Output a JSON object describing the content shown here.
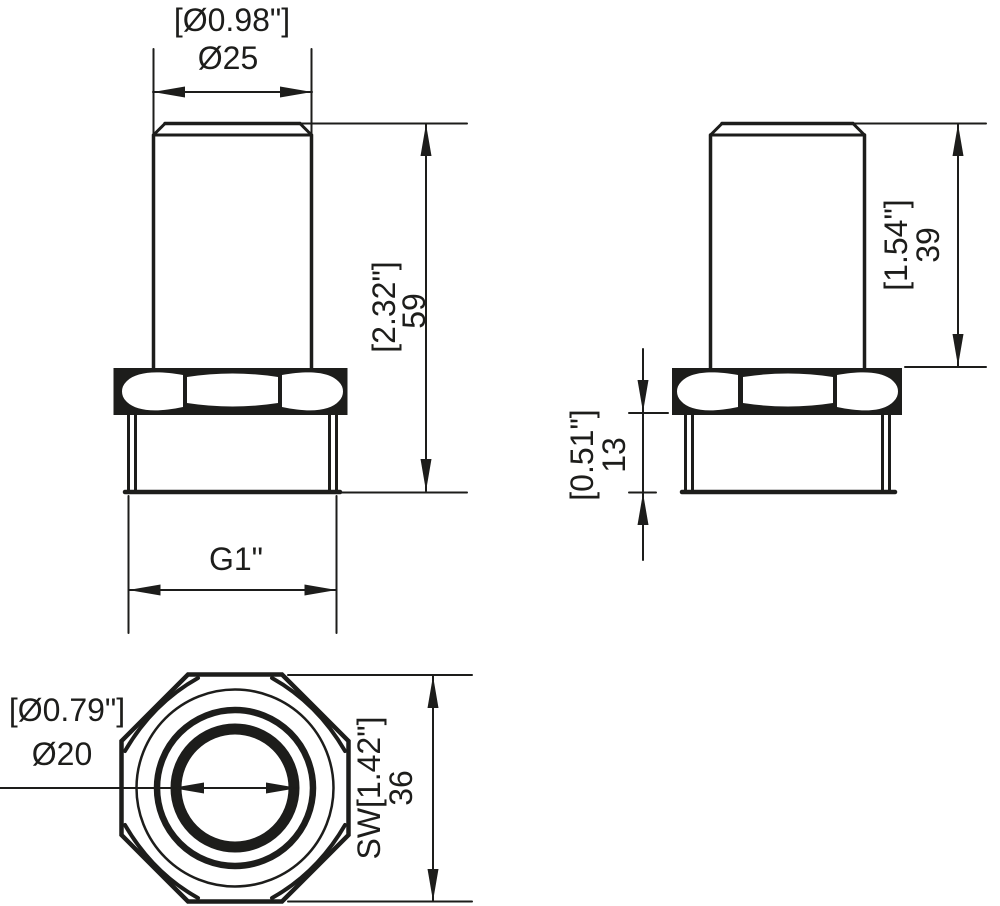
{
  "drawing": {
    "colors": {
      "line": "#1d1d1b",
      "background": "#ffffff"
    },
    "front_view": {
      "diameter_inch": "[Ø0.98\"]",
      "diameter_mm": "Ø25",
      "height_inch": "[2.32\"]",
      "height_mm": "59",
      "thread_label": "G1\""
    },
    "side_view": {
      "body_height_inch": "[1.54\"]",
      "body_height_mm": "39",
      "thread_length_inch": "[0.51\"]",
      "thread_length_mm": "13"
    },
    "bottom_view": {
      "bore_inch": "[Ø0.79\"]",
      "bore_mm": "Ø20",
      "wrench_size_inch": "SW[1.42\"]",
      "wrench_size_mm": "36"
    }
  }
}
